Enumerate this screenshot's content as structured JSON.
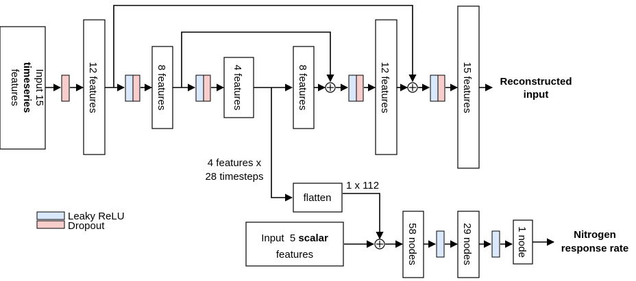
{
  "input_timeseries": {
    "line1": "Input  15",
    "line2": "timeseries",
    "line3": "features"
  },
  "enc1": "12 features",
  "enc2": "8 features",
  "latent": "4 features",
  "dec1": "8 features",
  "dec2": "12 features",
  "dec3": "15 features",
  "reconstructed": {
    "line1": "Reconstructed",
    "line2": "input"
  },
  "latent_shape": {
    "line1": "4 features x",
    "line2": "28 timesteps"
  },
  "flatten": "flatten",
  "flat_shape": "1 x 112",
  "input_scalar": {
    "line1_prefix": "Input  5 ",
    "line1_bold": "scalar",
    "line2": "features"
  },
  "dense1": "58 nodes",
  "dense2": "29 nodes",
  "dense3": "1 node",
  "output": {
    "line1": "Nitrogen",
    "line2": "response rate"
  },
  "legend": {
    "leaky_relu": "Leaky ReLU",
    "dropout": "Dropout"
  },
  "colors": {
    "leaky_relu": "#dae8fc",
    "dropout": "#f8cecc"
  }
}
